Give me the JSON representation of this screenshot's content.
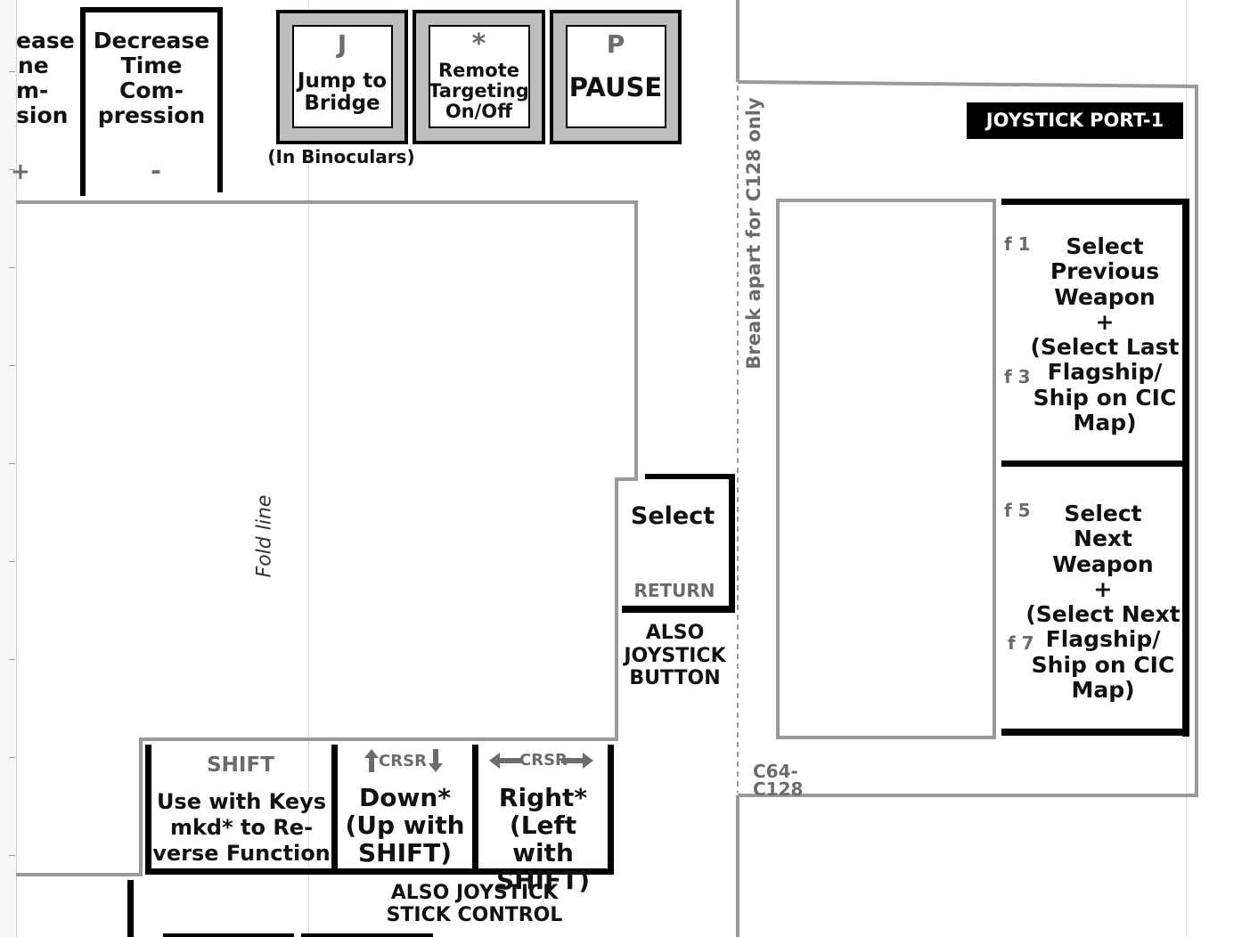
{
  "top_keys": {
    "increase_time": {
      "label_lines": [
        "ease",
        "ne",
        "m-",
        "sion"
      ],
      "symbol": "+"
    },
    "decrease_time": {
      "label": "Decrease\nTime\nCom-\npression",
      "symbol": "-"
    },
    "key_j": {
      "letter": "J",
      "label": "Jump to\nBridge",
      "note": "(In Binoculars)"
    },
    "key_star": {
      "letter": "*",
      "label": "Remote\nTargeting\nOn/Off"
    },
    "key_p": {
      "letter": "P",
      "label": "PAUSE"
    }
  },
  "fold_line": "Fold line",
  "break_apart": "Break apart for C128 only",
  "joystick_port": "JOYSTICK PORT-1",
  "function_keys": {
    "f1": "f 1",
    "f3": "f 3",
    "f5": "f 5",
    "f7": "f 7",
    "previous_weapon": "Select\nPrevious\nWeapon\n+\n(Select Last\nFlagship/\nShip on CIC\nMap)",
    "next_weapon": "Select\nNext\nWeapon\n+\n(Select Next\nFlagship/\nShip on CIC\nMap)"
  },
  "return_key": {
    "label": "Select",
    "key_name": "RETURN",
    "note": "ALSO\nJOYSTICK\nBUTTON"
  },
  "bottom_keys": {
    "shift": {
      "key_name": "SHIFT",
      "label": "Use with Keys\nmkd* to Re-\nverse Function"
    },
    "crsr_ud": {
      "key_name": "CRSR",
      "label": "Down*\n(Up with\nSHIFT)"
    },
    "crsr_lr": {
      "key_name": "CRSR",
      "label": "Right*\n(Left with\nSHIFT)"
    },
    "note": "ALSO JOYSTICK\nSTICK CONTROL"
  },
  "model_label": "C64-C128"
}
